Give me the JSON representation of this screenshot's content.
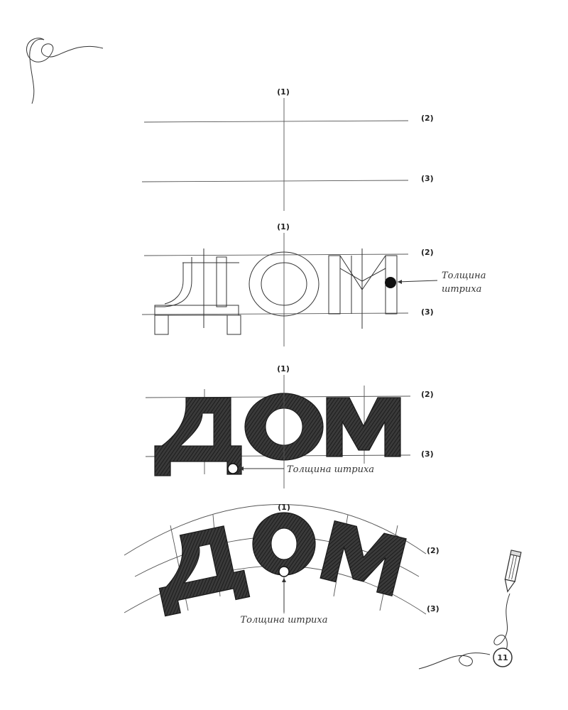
{
  "guide_labels": {
    "center": "(1)",
    "top": "(2)",
    "bottom": "(3)"
  },
  "word": "ДОМ",
  "notes": {
    "stroke_thickness": "Толщина штриха",
    "stroke_line1": "Толщина",
    "stroke_line2": "штриха"
  },
  "page_number": "11",
  "colors": {
    "ink": "#2f2f2f",
    "guides": "#555555",
    "background": "#ffffff"
  },
  "icons": [
    "flourish-ornament-icon",
    "pencil-icon"
  ]
}
